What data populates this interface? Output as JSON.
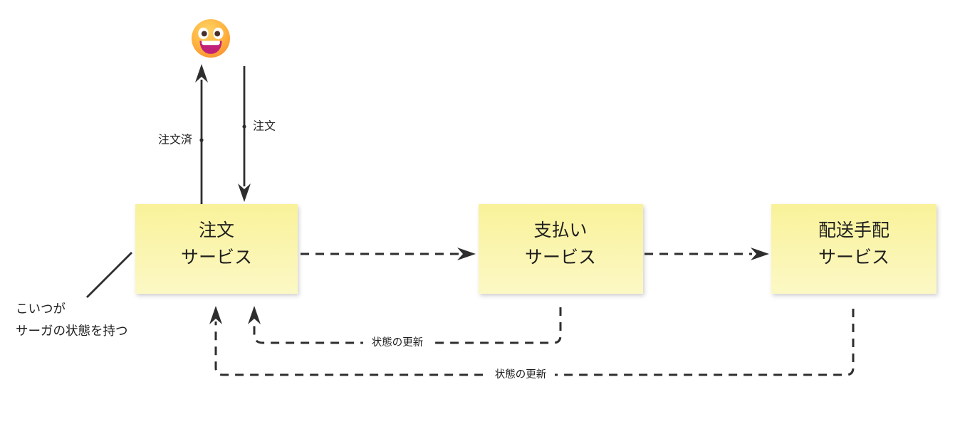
{
  "title": "saga-orchestration-diagram",
  "actor": {
    "emoji": "grinning-face-with-big-eyes"
  },
  "nodes": [
    {
      "id": "order-service",
      "line1": "注文",
      "line2": "サービス"
    },
    {
      "id": "payment-service",
      "line1": "支払い",
      "line2": "サービス"
    },
    {
      "id": "delivery-service",
      "line1": "配送手配",
      "line2": "サービス"
    }
  ],
  "edge_labels": {
    "order": "注文",
    "ordered": "注文済",
    "status_update_payment": "状態の更新",
    "status_update_delivery": "状態の更新"
  },
  "annotation": {
    "line1": "こいつが",
    "line2": "サーガの状態を持つ"
  },
  "colors": {
    "node_fill_top": "#f9f29a",
    "node_fill_bottom": "#fcf8c5",
    "line_stroke": "#2e2e2e",
    "text": "#1e1e1e",
    "emoji_face_top": "#ffd465",
    "emoji_face_bottom": "#f8872b",
    "emoji_mouth": "#c02077"
  }
}
